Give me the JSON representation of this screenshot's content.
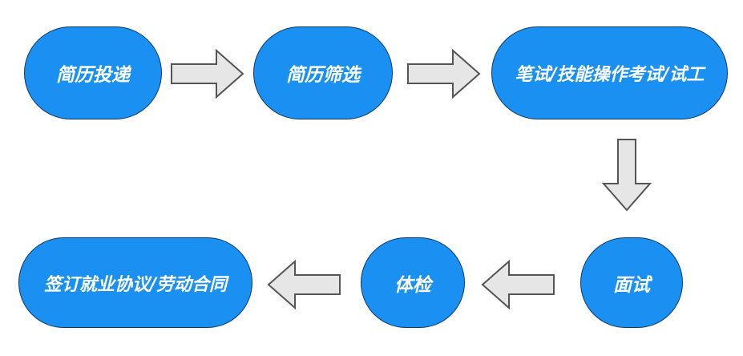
{
  "colors": {
    "node_fill": "#1a90f2",
    "node_border": "#0d3a66",
    "arrow_fill": "#e6e6e6",
    "arrow_stroke": "#555555"
  },
  "steps": [
    {
      "label": "简历投递"
    },
    {
      "label": "简历筛选"
    },
    {
      "label": "笔试/技能操作考试/试工"
    },
    {
      "label": "面试"
    },
    {
      "label": "体检"
    },
    {
      "label": "签订就业协议/劳动合同"
    }
  ],
  "arrows": [
    {
      "direction": "right"
    },
    {
      "direction": "right"
    },
    {
      "direction": "down"
    },
    {
      "direction": "left"
    },
    {
      "direction": "left"
    }
  ]
}
